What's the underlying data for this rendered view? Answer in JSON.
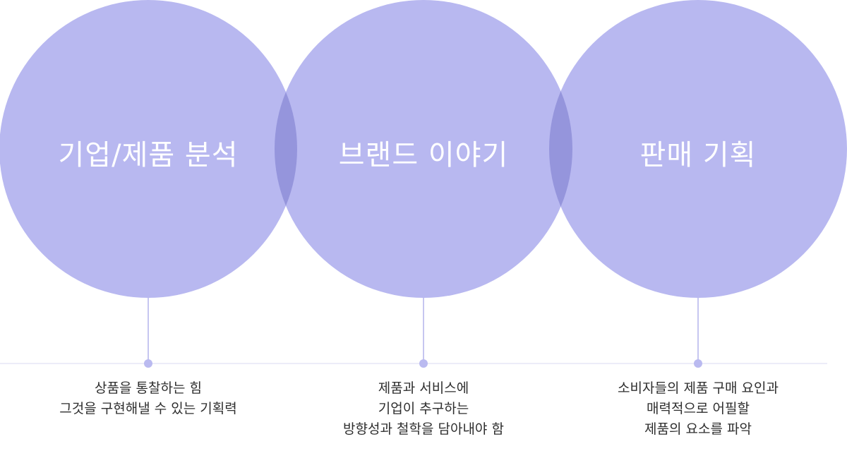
{
  "colors": {
    "circle_fill": "#b8b8f0",
    "overlap_fill": "#9595dc",
    "connector": "#c6c6f0",
    "dot": "#babaf0",
    "title_text": "#ffffff",
    "desc_text": "#2e2e2e"
  },
  "circles": [
    {
      "title": "기업/제품 분석",
      "description": [
        "상품을 통찰하는 힘",
        "그것을 구현해낼 수 있는 기획력"
      ]
    },
    {
      "title": "브랜드 이야기",
      "description": [
        "제품과 서비스에",
        "기업이 추구하는",
        "방향성과 철학을 담아내야 함"
      ]
    },
    {
      "title": "판매 기획",
      "description": [
        "소비자들의 제품 구매 요인과",
        "매력적으로 어필할",
        "제품의 요소를 파악"
      ]
    }
  ]
}
